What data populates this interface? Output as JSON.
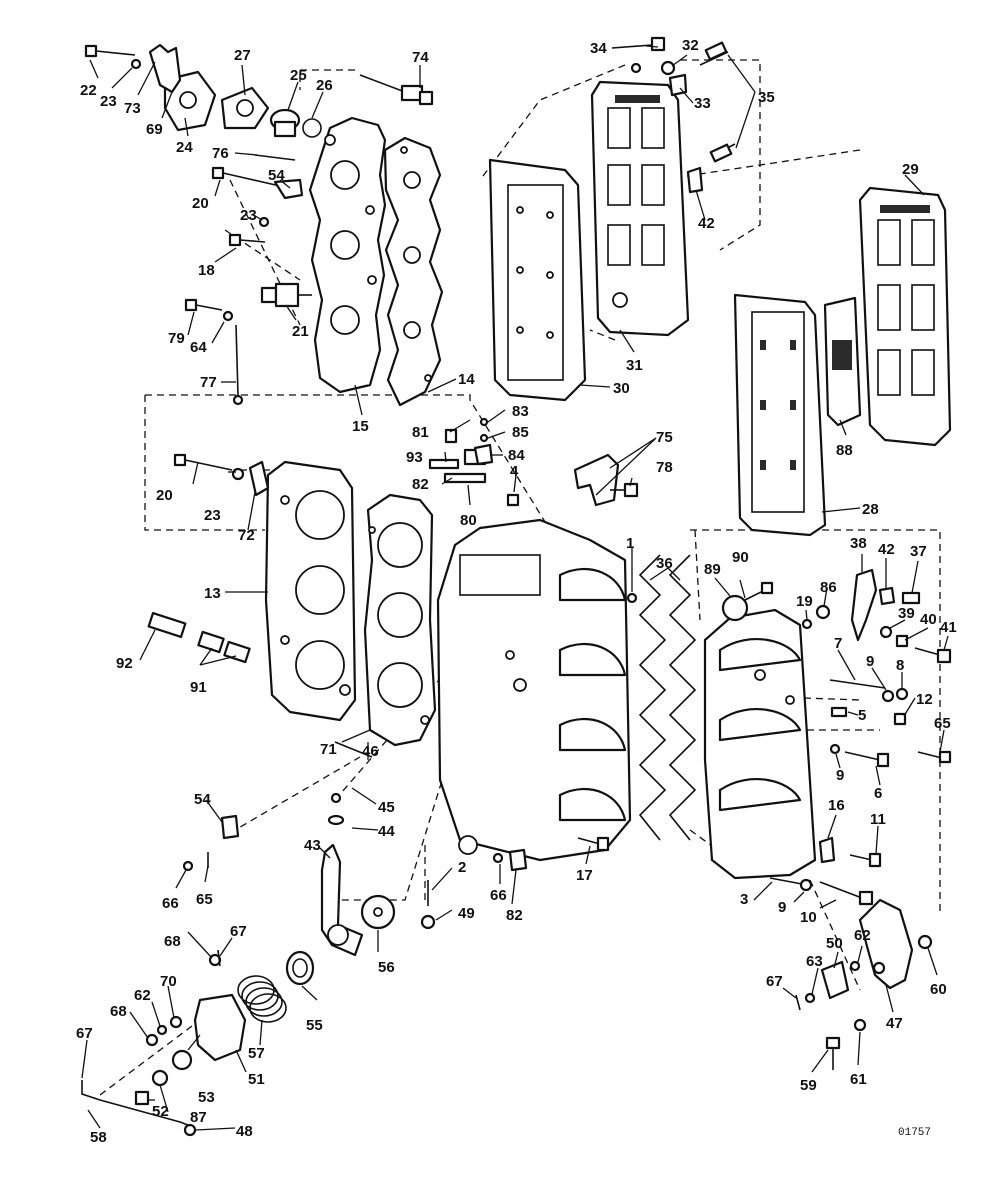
{
  "figure_code": "01757",
  "callouts": {
    "c1": "1",
    "c2": "2",
    "c3": "3",
    "c4": "4",
    "c5": "5",
    "c6": "6",
    "c7": "7",
    "c8": "8",
    "c9a": "9",
    "c9b": "9",
    "c9c": "9",
    "c10": "10",
    "c11": "11",
    "c12": "12",
    "c13": "13",
    "c14": "14",
    "c15": "15",
    "c16": "16",
    "c17": "17",
    "c18": "18",
    "c19": "19",
    "c20a": "20",
    "c20b": "20",
    "c21": "21",
    "c22": "22",
    "c23a": "23",
    "c23b": "23",
    "c23c": "23",
    "c24": "24",
    "c25": "25",
    "c26": "26",
    "c27": "27",
    "c28": "28",
    "c29": "29",
    "c30": "30",
    "c31": "31",
    "c32": "32",
    "c33": "33",
    "c34": "34",
    "c35": "35",
    "c36": "36",
    "c37": "37",
    "c38": "38",
    "c39": "39",
    "c40": "40",
    "c41": "41",
    "c42a": "42",
    "c42b": "42",
    "c43": "43",
    "c44": "44",
    "c45": "45",
    "c46": "46",
    "c47": "47",
    "c48": "48",
    "c49": "49",
    "c50": "50",
    "c51": "51",
    "c52": "52",
    "c53": "53",
    "c54a": "54",
    "c54b": "54",
    "c55": "55",
    "c56": "56",
    "c57": "57",
    "c58": "58",
    "c59": "59",
    "c60": "60",
    "c61": "61",
    "c62a": "62",
    "c62b": "62",
    "c63": "63",
    "c64": "64",
    "c65a": "65",
    "c65b": "65",
    "c66a": "66",
    "c66b": "66",
    "c67a": "67",
    "c67b": "67",
    "c67c": "67",
    "c68a": "68",
    "c68b": "68",
    "c69": "69",
    "c70": "70",
    "c71": "71",
    "c72": "72",
    "c73": "73",
    "c74": "74",
    "c75": "75",
    "c76": "76",
    "c77": "77",
    "c78": "78",
    "c79": "79",
    "c80": "80",
    "c81": "81",
    "c82a": "82",
    "c82b": "82",
    "c83": "83",
    "c84": "84",
    "c85": "85",
    "c86": "86",
    "c87": "87",
    "c88": "88",
    "c89": "89",
    "c90": "90",
    "c91": "91",
    "c92": "92",
    "c93": "93"
  }
}
